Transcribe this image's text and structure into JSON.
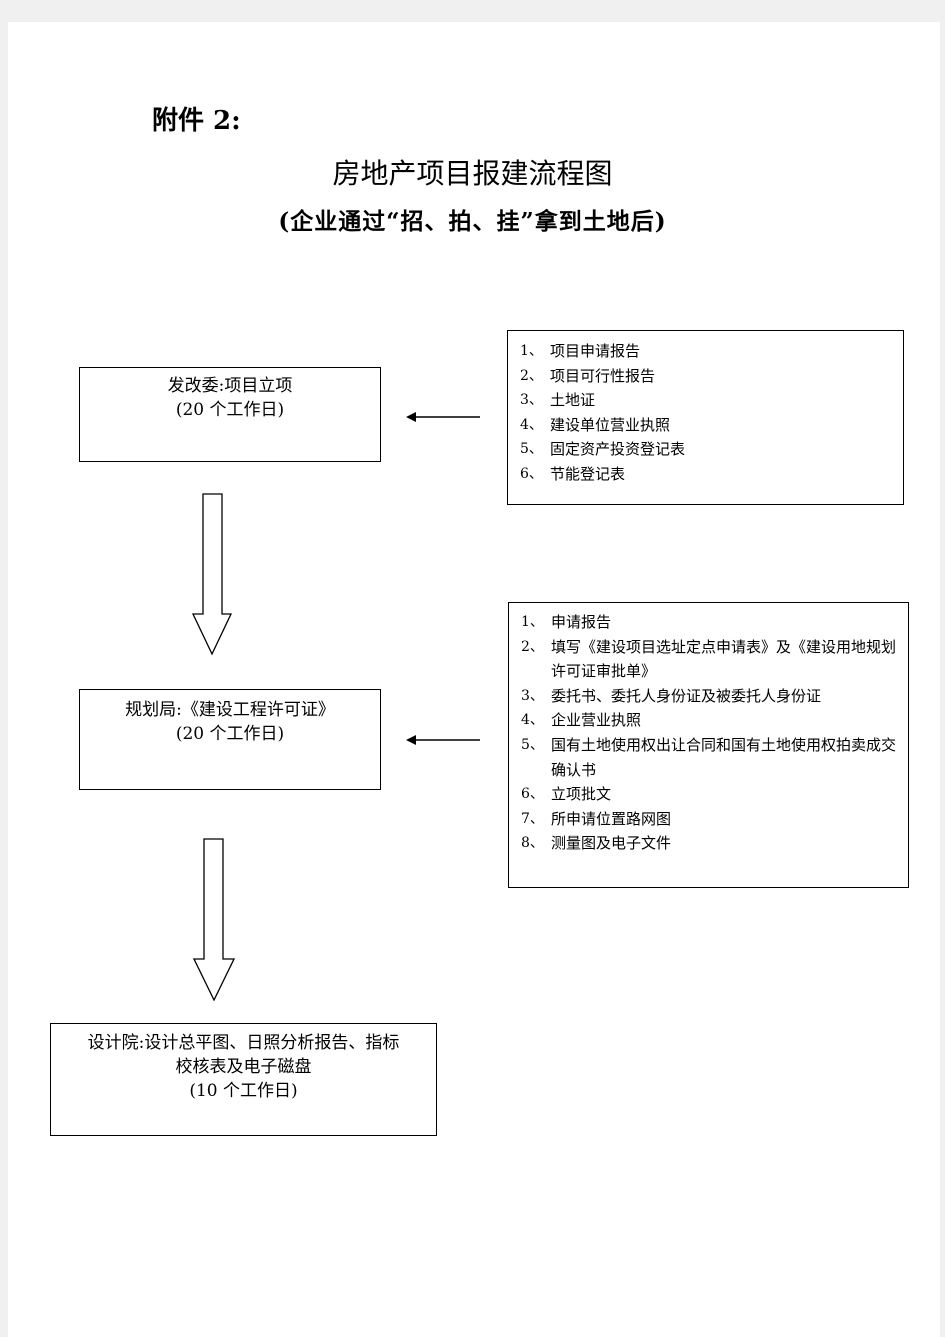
{
  "header": {
    "attachment_label": "附件 2:",
    "title": "房地产项目报建流程图",
    "subtitle": "(企业通过“招、拍、挂”拿到土地后)"
  },
  "stages": [
    {
      "lines": [
        "发改委:项目立项",
        "(20 个工作日)"
      ]
    },
    {
      "lines": [
        "规划局:《建设工程许可证》",
        "(20 个工作日)"
      ]
    },
    {
      "lines": [
        "设计院:设计总平图、日照分析报告、指标",
        "校核表及电子磁盘",
        "(10 个工作日)"
      ]
    }
  ],
  "requirements": [
    {
      "items": [
        {
          "num": "1、",
          "text": "项目申请报告"
        },
        {
          "num": "2、",
          "text": "项目可行性报告"
        },
        {
          "num": "3、",
          "text": "土地证"
        },
        {
          "num": "4、",
          "text": "建设单位营业执照"
        },
        {
          "num": "5、",
          "text": "固定资产投资登记表"
        },
        {
          "num": "6、",
          "text": "节能登记表"
        }
      ]
    },
    {
      "items": [
        {
          "num": "1、",
          "text": "申请报告"
        },
        {
          "num": "2、",
          "text": "填写《建设项目选址定点申请表》及《建设用地规划许可证审批单》"
        },
        {
          "num": "3、",
          "text": "委托书、委托人身份证及被委托人身份证"
        },
        {
          "num": "4、",
          "text": "企业营业执照"
        },
        {
          "num": "5、",
          "text": "国有土地使用权出让合同和国有土地使用权拍卖成交确认书"
        },
        {
          "num": "6、",
          "text": "立项批文"
        },
        {
          "num": "7、",
          "text": "所申请位置路网图"
        },
        {
          "num": "8、",
          "text": "测量图及电子文件"
        }
      ]
    }
  ]
}
